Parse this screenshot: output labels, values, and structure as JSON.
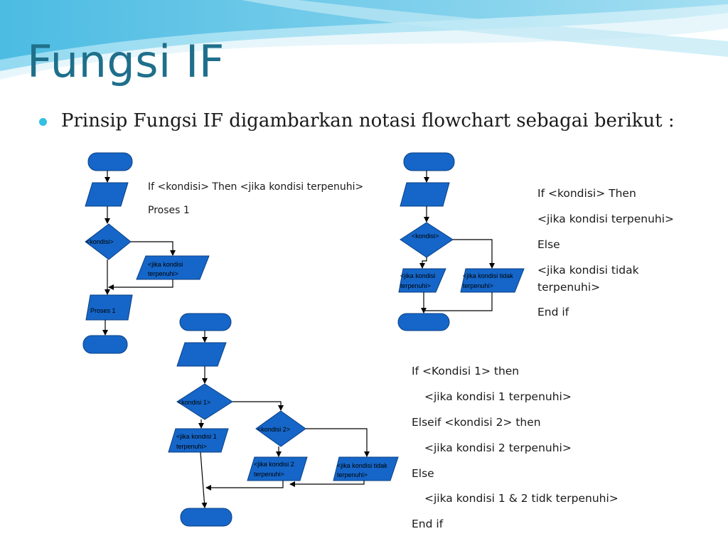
{
  "slide": {
    "title": "Fungsi IF",
    "bullet": "Prinsip Fungsi IF digambarkan notasi flowchart sebagai berikut :"
  },
  "colors": {
    "shape_fill": "#1566c8",
    "shape_stroke": "#0b3f84",
    "title": "#1f6f8b",
    "bullet": "#35bfe4"
  },
  "diagram1": {
    "code": [
      "If <kondisi> Then <jika kondisi terpenuhi>",
      "Proses 1"
    ],
    "decision": "<kondisi>",
    "true_box": [
      "<jika kondisi",
      "terpenuhi>"
    ],
    "process": "Proses 1"
  },
  "diagram2": {
    "code": [
      "If <kondisi> Then",
      "<jika kondisi terpenuhi>",
      "Else",
      "<jika kondisi tidak",
      "terpenuhi>",
      "End if"
    ],
    "decision": "<kondisi>",
    "true_box": [
      "<jika kondisi",
      "terpenuhi>"
    ],
    "false_box": [
      "<jika kondisi tidak",
      "terpenuhi>"
    ]
  },
  "diagram3": {
    "code": [
      "If <Kondisi 1> then",
      "<jika kondisi 1 terpenuhi>",
      "Elseif <kondisi 2> then",
      "<jika kondisi 2 terpenuhi>",
      "Else",
      "<jika kondisi 1 & 2 tidk terpenuhi>",
      "End if"
    ],
    "decision1": "<kondisi 1>",
    "decision2": "<kondisi 2>",
    "box1": [
      "<jika kondisi 1",
      "terpenuhi>"
    ],
    "box2": [
      "<jika kondisi 2",
      "terpenuhi>"
    ],
    "box3": [
      "<jika kondisi tidak",
      "terpenuhi>"
    ]
  }
}
